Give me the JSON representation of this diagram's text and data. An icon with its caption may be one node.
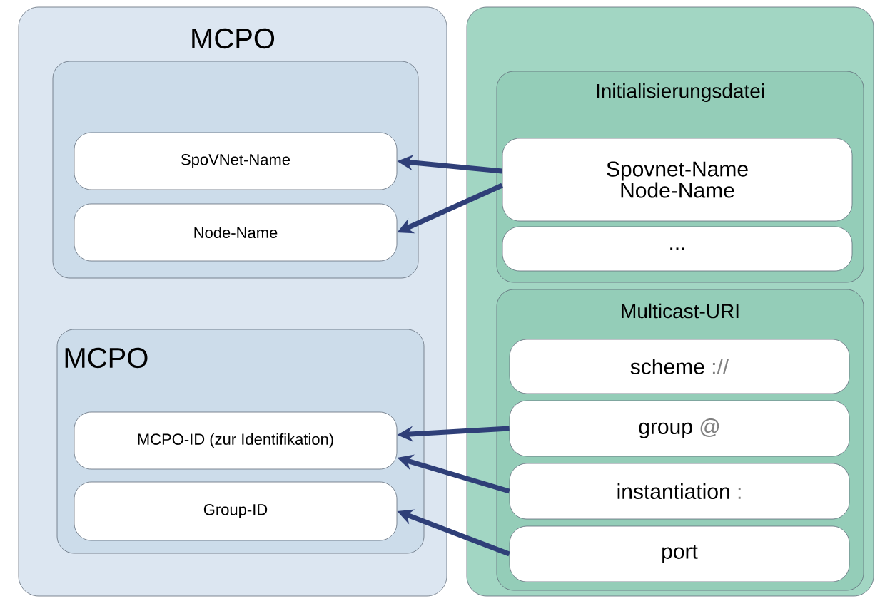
{
  "diagram": {
    "nodes": [
      {
        "text": [
          "MCPO"
        ]
      },
      {
        "text": [],
        "shape": "box",
        "in": 0
      },
      {
        "text": [
          "SpoVNet-Name"
        ],
        "in": 1
      },
      {
        "text": [
          "Node-Name"
        ],
        "in": 1
      },
      {
        "text": [
          "MCPO"
        ],
        "in": 0
      },
      {
        "text": [
          "MCPO-ID (zur Identifikation)"
        ],
        "in": 4
      },
      {
        "text": [
          "Group-ID"
        ],
        "in": 4
      },
      {
        "text": [],
        "shape": "box"
      },
      {
        "text": [
          "Initialisierungsdatei"
        ],
        "in": 7
      },
      {
        "text": [
          "Spovnet-Name Node-Name"
        ],
        "in": 8
      },
      {
        "text": [
          "..."
        ],
        "in": 8
      },
      {
        "text": [
          "Multicast-URI"
        ],
        "in": 7
      },
      {
        "text": [
          "scheme",
          "://"
        ],
        "in": 11
      },
      {
        "text": [
          "group",
          "@"
        ],
        "in": 11
      },
      {
        "text": [
          "instantiation",
          ":"
        ],
        "in": 11
      },
      {
        "text": [
          "port"
        ],
        "in": 11
      }
    ],
    "edges": [
      {
        "from": 9,
        "to": 2,
        "arrow": "to"
      },
      {
        "from": 9,
        "to": 3,
        "arrow": "to"
      },
      {
        "from": 13,
        "to": 5,
        "arrow": "to"
      },
      {
        "from": 14,
        "to": 5,
        "arrow": "to"
      },
      {
        "from": 15,
        "to": 6,
        "arrow": "to"
      }
    ]
  }
}
